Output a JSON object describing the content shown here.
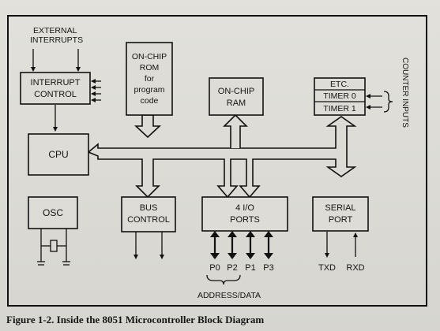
{
  "blocks": {
    "external_interrupts": [
      "EXTERNAL",
      "INTERRUPTS"
    ],
    "interrupt_control": [
      "INTERRUPT",
      "CONTROL"
    ],
    "on_chip_rom": [
      "ON-CHIP",
      "ROM",
      "for",
      "program",
      "code"
    ],
    "on_chip_ram": [
      "ON-CHIP",
      "RAM"
    ],
    "etc": "ETC.",
    "timer0": "TIMER 0",
    "timer1": "TIMER 1",
    "counter_inputs": "COUNTER INPUTS",
    "cpu": "CPU",
    "osc": "OSC",
    "bus_control": [
      "BUS",
      "CONTROL"
    ],
    "io_ports": [
      "4 I/O",
      "PORTS"
    ],
    "serial_port": [
      "SERIAL",
      "PORT"
    ]
  },
  "ports": [
    "P0",
    "P2",
    "P1",
    "P3"
  ],
  "address_data": "ADDRESS/DATA",
  "txd": "TXD",
  "rxd": "RXD",
  "caption": "Figure 1-2. Inside the 8051 Microcontroller Block Diagram"
}
